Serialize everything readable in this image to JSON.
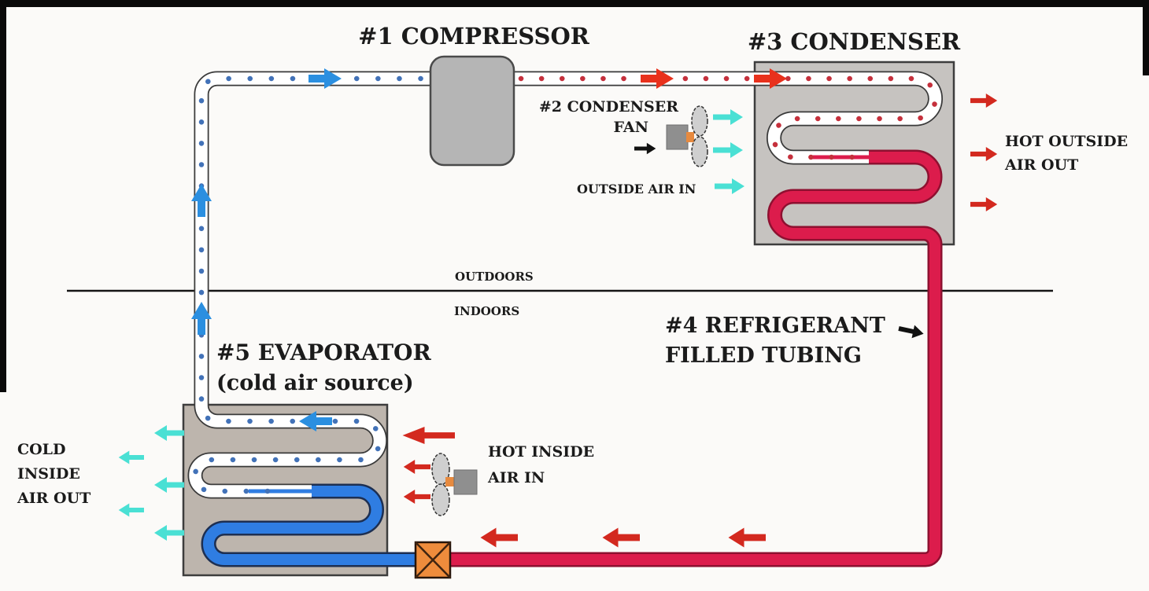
{
  "labels": {
    "compressor": "#1 COMPRESSOR",
    "condenser": "#3 CONDENSER",
    "condenser_fan_1": "#2 CONDENSER",
    "condenser_fan_2": "FAN",
    "outside_air_in": "OUTSIDE AIR IN",
    "hot_outside_1": "HOT OUTSIDE",
    "hot_outside_2": "AIR OUT",
    "outdoors": "OUTDOORS",
    "indoors": "INDOORS",
    "refrigerant_1": "#4 REFRIGERANT",
    "refrigerant_2": "FILLED TUBING",
    "evaporator": "#5 EVAPORATOR",
    "evaporator_sub": "(cold air source)",
    "cold_inside_1": "COLD",
    "cold_inside_2": "INSIDE",
    "cold_inside_3": "AIR OUT",
    "hot_inside_1": "HOT INSIDE",
    "hot_inside_2": "AIR IN"
  },
  "colors": {
    "text": "#1b1b1b",
    "tube_hot": "#dc1c4c",
    "tube_hot_edge": "#8e1030",
    "tube_cold": "#2f7de2",
    "tube_cold_edge": "#1d2f52",
    "dot_cold": "#4272b8",
    "dot_hot": "#c5303c",
    "flow_arrow_cold": "#2b8fe0",
    "flow_arrow_hot": "#e8311c",
    "air_cold": "#4ae0d4",
    "air_hot": "#d3291f",
    "air_black": "#111111",
    "valve_fill": "#ee8c3c",
    "condenser_box": "#c6c3c0",
    "evaporator_box": "#bdb5ad",
    "compressor_fill": "#b5b5b5",
    "fan_blade": "#cfcfcf",
    "fan_motor": "#8f8f8f",
    "fan_hub": "#e78a3f"
  }
}
